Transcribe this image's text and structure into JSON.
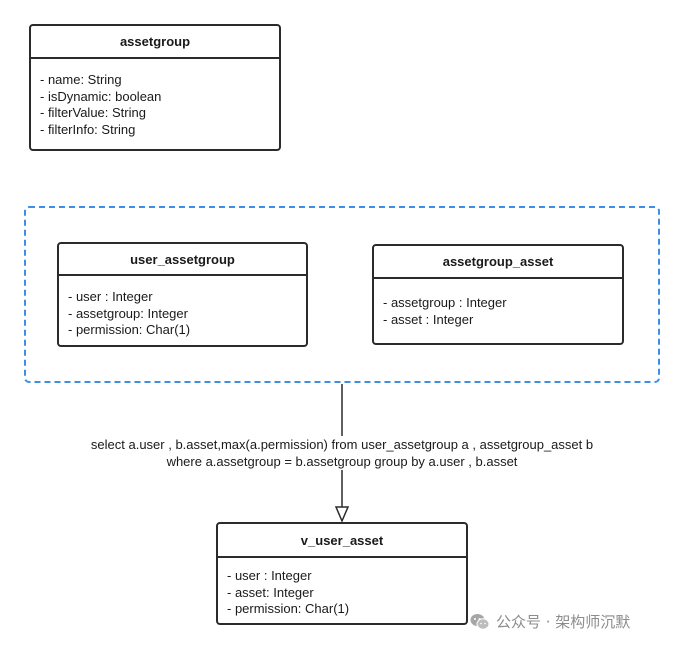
{
  "classes": {
    "assetgroup": {
      "title": "assetgroup",
      "attrs": [
        "- name: String",
        "- isDynamic: boolean",
        "- filterValue: String",
        "- filterInfo: String"
      ]
    },
    "user_assetgroup": {
      "title": "user_assetgroup",
      "attrs": [
        "- user : Integer",
        "- assetgroup: Integer",
        "- permission: Char(1)"
      ]
    },
    "assetgroup_asset": {
      "title": "assetgroup_asset",
      "attrs": [
        "- assetgroup : Integer",
        "- asset : Integer"
      ]
    },
    "v_user_asset": {
      "title": "v_user_asset",
      "attrs": [
        "- user : Integer",
        "- asset: Integer",
        "- permission: Char(1)"
      ]
    }
  },
  "relation": {
    "label_line1": "select a.user , b.asset,max(a.permission) from user_assetgroup a , assetgroup_asset b",
    "label_line2": "where a.assetgroup = b.assetgroup group by a.user , b.asset"
  },
  "watermark": {
    "text": "公众号 · 架构师沉默",
    "icon": "wechat-icon"
  },
  "colors": {
    "border": "#2b2b2b",
    "group_frame": "#3d8ee5",
    "watermark": "#8c8c8c"
  }
}
